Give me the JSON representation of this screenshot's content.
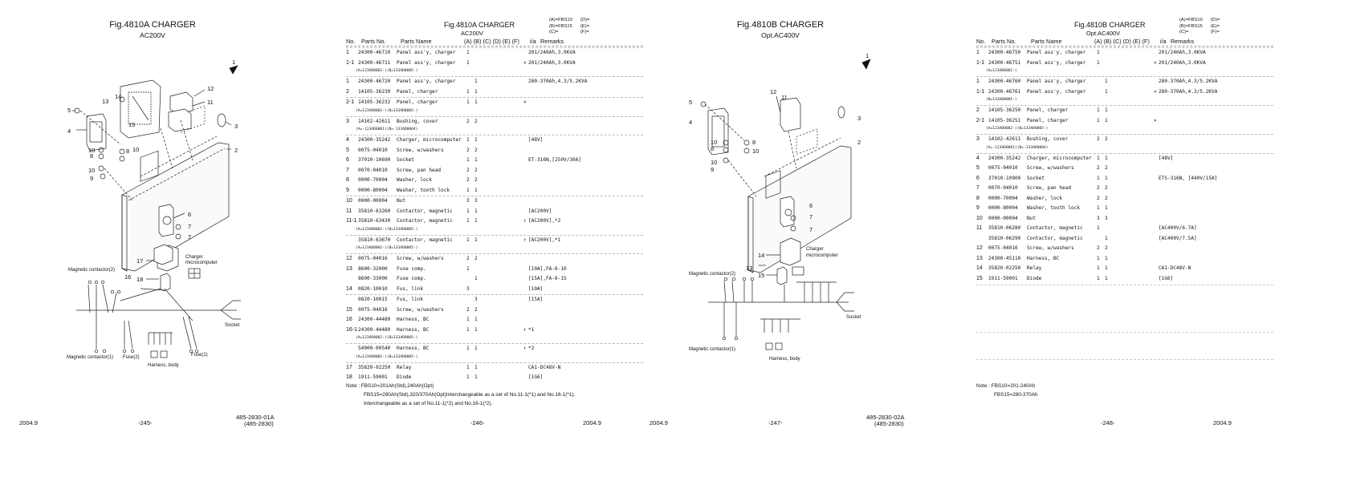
{
  "pages": [
    {
      "title": "Fig.4810A  CHARGER",
      "subtitle": "AC200V",
      "date": "2004.9",
      "page_number": "-245-",
      "doc_code": "485-2830-01A",
      "doc_code_sub": "(485-2830)",
      "callouts": [
        "1",
        "2",
        "3",
        "4",
        "5",
        "6",
        "7",
        "7",
        "8",
        "8",
        "9",
        "10",
        "10",
        "10",
        "11",
        "12",
        "13",
        "14",
        "15",
        "16",
        "17",
        "18"
      ],
      "diagram_labels": {
        "magnetic_contactor_2": "Magnetic contactor(2)",
        "magnetic_contactor_1": "Magnetic contactor(1)",
        "charger": "Charger",
        "microcomputer": "microcomputer",
        "socket": "Socket",
        "fuse2": "Fuse(2)",
        "fuse1": "Fuse(1)",
        "harness_body": "Harness, body"
      }
    },
    {
      "title": "Fig.4810A  CHARGER",
      "subtitle": "AC200V",
      "date": "2004.9",
      "page_number": "-246-",
      "legend": [
        "(A)=FBS10",
        "(B)=FBS15",
        "(C)=",
        "(D)=",
        "(E)=",
        "(F)="
      ],
      "headers": {
        "no": "No.",
        "parts_no": "Parts No.",
        "parts_name": "Parts Name",
        "cols": "(A) (B) (C) (D) (E) (F)",
        "ia": "i/a",
        "remarks": "Remarks"
      },
      "rows": [
        {
          "no": "1",
          "pn": "24300-46710",
          "name": "Panel ass'y, charger",
          "a": "1",
          "b": "",
          "ia": "",
          "rm": "201/240Ah,3.0KVA",
          "sep": true
        },
        {
          "no": "1-1",
          "pn": "24300-46711",
          "name": "Panel ass'y, charger",
          "a": "1",
          "b": "",
          "ia": "×",
          "rm": "201/240Ah,3.0KVA"
        },
        {
          "sub": "(A=123AD0002-)(B=133AD0005-)"
        },
        {
          "no": "1",
          "pn": "24300-46720",
          "name": "Panel ass'y, charger",
          "a": "",
          "b": "1",
          "ia": "",
          "rm": "280-370Ah,4.3/5.2KVA",
          "sep": true
        },
        {
          "no": "2",
          "pn": "14105-36230",
          "name": "Panel, charger",
          "a": "1",
          "b": "1",
          "ia": "",
          "rm": ""
        },
        {
          "no": "2-1",
          "pn": "14105-36232",
          "name": "Panel, charger",
          "a": "1",
          "b": "1",
          "ia": "×",
          "rm": "",
          "sep": true
        },
        {
          "sub": "(A=123AD0002-)(B=133AD0005-)"
        },
        {
          "no": "3",
          "pn": "14102-42611",
          "name": "Bushing, cover",
          "a": "2",
          "b": "2",
          "ia": "",
          "rm": "",
          "sep": true
        },
        {
          "sub": "(A=-123AD0001)(B=-133AD0004)"
        },
        {
          "no": "4",
          "pn": "24300-35242",
          "name": "Charger, microcomputer",
          "a": "1",
          "b": "1",
          "ia": "",
          "rm": "[48V]",
          "sep": true
        },
        {
          "no": "5",
          "pn": "0075-04010",
          "name": "Screw, w/washers",
          "a": "2",
          "b": "2",
          "ia": "",
          "rm": ""
        },
        {
          "no": "6",
          "pn": "37010-10690",
          "name": "Socket",
          "a": "1",
          "b": "1",
          "ia": "",
          "rm": "ET-316N,[250V/30A]"
        },
        {
          "no": "7",
          "pn": "0070-04010",
          "name": "Screw, pan head",
          "a": "2",
          "b": "2",
          "ia": "",
          "rm": ""
        },
        {
          "no": "8",
          "pn": "0000-70004",
          "name": "Washer, lock",
          "a": "2",
          "b": "2",
          "ia": "",
          "rm": ""
        },
        {
          "no": "9",
          "pn": "0000-80004",
          "name": "Washer, tooth lock",
          "a": "1",
          "b": "1",
          "ia": "",
          "rm": ""
        },
        {
          "no": "10",
          "pn": "0000-00004",
          "name": "Nut",
          "a": "3",
          "b": "3",
          "ia": "",
          "rm": "",
          "sep": true
        },
        {
          "no": "11",
          "pn": "35810-63260",
          "name": "Contactor, magnetic",
          "a": "1",
          "b": "1",
          "ia": "",
          "rm": "[AC200V]"
        },
        {
          "no": "11-1",
          "pn": "35810-63430",
          "name": "Contactor, magnetic",
          "a": "1",
          "b": "1",
          "ia": "↑",
          "rm": "[AC200V],*2"
        },
        {
          "sub": "(A=123AD0002-)(B=133AD0005-)"
        },
        {
          "no": "",
          "pn": "35810-63670",
          "name": "Contactor, magnetic",
          "a": "1",
          "b": "1",
          "ia": "↑",
          "rm": "[AC200V],*1",
          "sep": true
        },
        {
          "sub": "(A=123AD0002-)(B=133AD0005-)"
        },
        {
          "no": "12",
          "pn": "0075-04016",
          "name": "Screw, w/washers",
          "a": "2",
          "b": "2",
          "ia": "",
          "rm": "",
          "sep": true
        },
        {
          "no": "13",
          "pn": "8600-32000",
          "name": "Fuse comp.",
          "a": "1",
          "b": "",
          "ia": "",
          "rm": "[10A],FA-6-10"
        },
        {
          "no": "",
          "pn": "8600-33000",
          "name": "Fuse comp.",
          "a": "",
          "b": "1",
          "ia": "",
          "rm": "[15A],FA-6-15"
        },
        {
          "no": "14",
          "pn": "0820-10010",
          "name": "Fus, link",
          "a": "3",
          "b": "",
          "ia": "",
          "rm": "[10A]"
        },
        {
          "no": "",
          "pn": "0820-10015",
          "name": "Fus, link",
          "a": "",
          "b": "3",
          "ia": "",
          "rm": "[15A]",
          "sep": true
        },
        {
          "no": "15",
          "pn": "0075-04016",
          "name": "Screw, w/washers",
          "a": "2",
          "b": "2",
          "ia": "",
          "rm": ""
        },
        {
          "no": "16",
          "pn": "24300-44480",
          "name": "Harness, BC",
          "a": "1",
          "b": "1",
          "ia": "",
          "rm": ""
        },
        {
          "no": "16-1",
          "pn": "24300-44480",
          "name": "Harness, BC",
          "a": "1",
          "b": "1",
          "ia": "↑",
          "rm": "*1"
        },
        {
          "sub": "(A=123AD0002-)(B=133AD0005-)"
        },
        {
          "no": "",
          "pn": "54000-00540",
          "name": "Harness, BC",
          "a": "1",
          "b": "1",
          "ia": "↑",
          "rm": "*2",
          "sep": true
        },
        {
          "sub": "(A=123AD0002-)(B=133AD0005-)"
        },
        {
          "no": "17",
          "pn": "35820-02250",
          "name": "Relay",
          "a": "1",
          "b": "1",
          "ia": "",
          "rm": "CA1-DC48V-N",
          "sep": true
        },
        {
          "no": "18",
          "pn": "1911-59001",
          "name": "Diode",
          "a": "1",
          "b": "1",
          "ia": "",
          "rm": "[1G6]"
        }
      ],
      "notes": [
        "Note :   FBS10=201Ah(Std),240Ah(Opt)",
        "FBS15=280Ah(Std),320/370Ah(Opt)Interchangeable as a set of No.11-1(*1) and No.16-1(*1).",
        "Interchangeable as a set of No.11-1(*2) and No.16-1(*2)."
      ]
    },
    {
      "title": "Fig.4810B  CHARGER",
      "subtitle": "Opt.AC400V",
      "date": "2004.9",
      "page_number": "-247-",
      "doc_code": "485-2830-02A",
      "doc_code_sub": "(485-2830)",
      "callouts": [
        "1",
        "2",
        "3",
        "4",
        "5",
        "6",
        "7",
        "7",
        "8",
        "8",
        "9",
        "10",
        "10",
        "10",
        "11",
        "12",
        "13",
        "14",
        "15"
      ],
      "diagram_labels": {
        "magnetic_contactor_2": "Magnetic contactor(2)",
        "magnetic_contactor_1": "Magnetic contactor(1)",
        "charger": "Charger",
        "microcomputer": "microcomputer",
        "socket": "Socket",
        "harness_body": "Harness, body"
      }
    },
    {
      "title": "Fig.4810B  CHARGER",
      "subtitle": "Opt.AC400V",
      "date": "2004.9",
      "page_number": "-248-",
      "legend": [
        "(A)=FBS10",
        "(B)=FBS15",
        "(C)=",
        "(D)=",
        "(E)=",
        "(F)="
      ],
      "headers": {
        "no": "No.",
        "parts_no": "Parts No.",
        "parts_name": "Parts Name",
        "cols": "(A) (B) (C) (D) (E) (F)",
        "ia": "i/a",
        "remarks": "Remarks"
      },
      "rows": [
        {
          "no": "1",
          "pn": "24300-46750",
          "name": "Panel ass'y, charger",
          "a": "1",
          "b": "",
          "ia": "",
          "rm": "201/240Ah,3.0KVA",
          "sep": true
        },
        {
          "no": "1-1",
          "pn": "24300-46751",
          "name": "Panel ass'y, charger",
          "a": "1",
          "b": "",
          "ia": "×",
          "rm": "201/240Ah,3.0KVA"
        },
        {
          "sub": "(A=123AD0002-)"
        },
        {
          "no": "1",
          "pn": "24300-46760",
          "name": "Panel ass'y, charger",
          "a": "",
          "b": "1",
          "ia": "",
          "rm": "280-370Ah,4.3/5.2KVA",
          "sep": true
        },
        {
          "no": "1-1",
          "pn": "24300-46761",
          "name": "Panel ass'y, charger",
          "a": "",
          "b": "1",
          "ia": "×",
          "rm": "280-370Ah,4.3/5.2KVA"
        },
        {
          "sub": "(B=133AD0005-)"
        },
        {
          "no": "2",
          "pn": "14105-36250",
          "name": "Panel, charger",
          "a": "1",
          "b": "1",
          "ia": "",
          "rm": "",
          "sep": true
        },
        {
          "no": "2-1",
          "pn": "14105-36251",
          "name": "Panel, charger",
          "a": "1",
          "b": "1",
          "ia": "×",
          "rm": ""
        },
        {
          "sub": "(A=123AD0002-)(B=133AD0005-)"
        },
        {
          "no": "3",
          "pn": "14102-42611",
          "name": "Bushing, cover",
          "a": "2",
          "b": "2",
          "ia": "",
          "rm": "",
          "sep": true
        },
        {
          "sub": "(A=-123AD0001)(B=-133AD0004)"
        },
        {
          "no": "4",
          "pn": "24300-35242",
          "name": "Charger, microcomputer",
          "a": "1",
          "b": "1",
          "ia": "",
          "rm": "[48V]",
          "sep": true
        },
        {
          "no": "5",
          "pn": "0075-04010",
          "name": "Screw, w/washers",
          "a": "2",
          "b": "2",
          "ia": "",
          "rm": ""
        },
        {
          "no": "6",
          "pn": "37010-10900",
          "name": "Socket",
          "a": "1",
          "b": "1",
          "ia": "",
          "rm": "ETS-316N, [440V/15A]"
        },
        {
          "no": "7",
          "pn": "0070-04010",
          "name": "Screw, pan head",
          "a": "2",
          "b": "2",
          "ia": "",
          "rm": ""
        },
        {
          "no": "8",
          "pn": "0000-70004",
          "name": "Washer, lock",
          "a": "2",
          "b": "2",
          "ia": "",
          "rm": ""
        },
        {
          "no": "9",
          "pn": "0000-80004",
          "name": "Washer, tooth lock",
          "a": "1",
          "b": "1",
          "ia": "",
          "rm": ""
        },
        {
          "no": "10",
          "pn": "0000-00004",
          "name": "Nut",
          "a": "3",
          "b": "3",
          "ia": "",
          "rm": ""
        },
        {
          "no": "11",
          "pn": "35810-06280",
          "name": "Contactor, magnetic",
          "a": "1",
          "b": "",
          "ia": "",
          "rm": "[AC400V/6.7A]"
        },
        {
          "no": "",
          "pn": "35810-06290",
          "name": "Contactor, magnetic",
          "a": "",
          "b": "1",
          "ia": "",
          "rm": "[AC400V/7.5A]"
        },
        {
          "no": "12",
          "pn": "0075-04016",
          "name": "Screw, w/washers",
          "a": "2",
          "b": "2",
          "ia": "",
          "rm": ""
        },
        {
          "no": "13",
          "pn": "24300-45110",
          "name": "Harness, BC",
          "a": "1",
          "b": "1",
          "ia": "",
          "rm": ""
        },
        {
          "no": "14",
          "pn": "35820-02250",
          "name": "Relay",
          "a": "1",
          "b": "1",
          "ia": "",
          "rm": "CA1-DC48V-N"
        },
        {
          "no": "15",
          "pn": "1911-59001",
          "name": "Diode",
          "a": "1",
          "b": "1",
          "ia": "",
          "rm": "[1G6]"
        }
      ],
      "notes": [
        "Note :   FBS10=201-240Ah",
        "FBS15=280-370Ah"
      ]
    }
  ]
}
